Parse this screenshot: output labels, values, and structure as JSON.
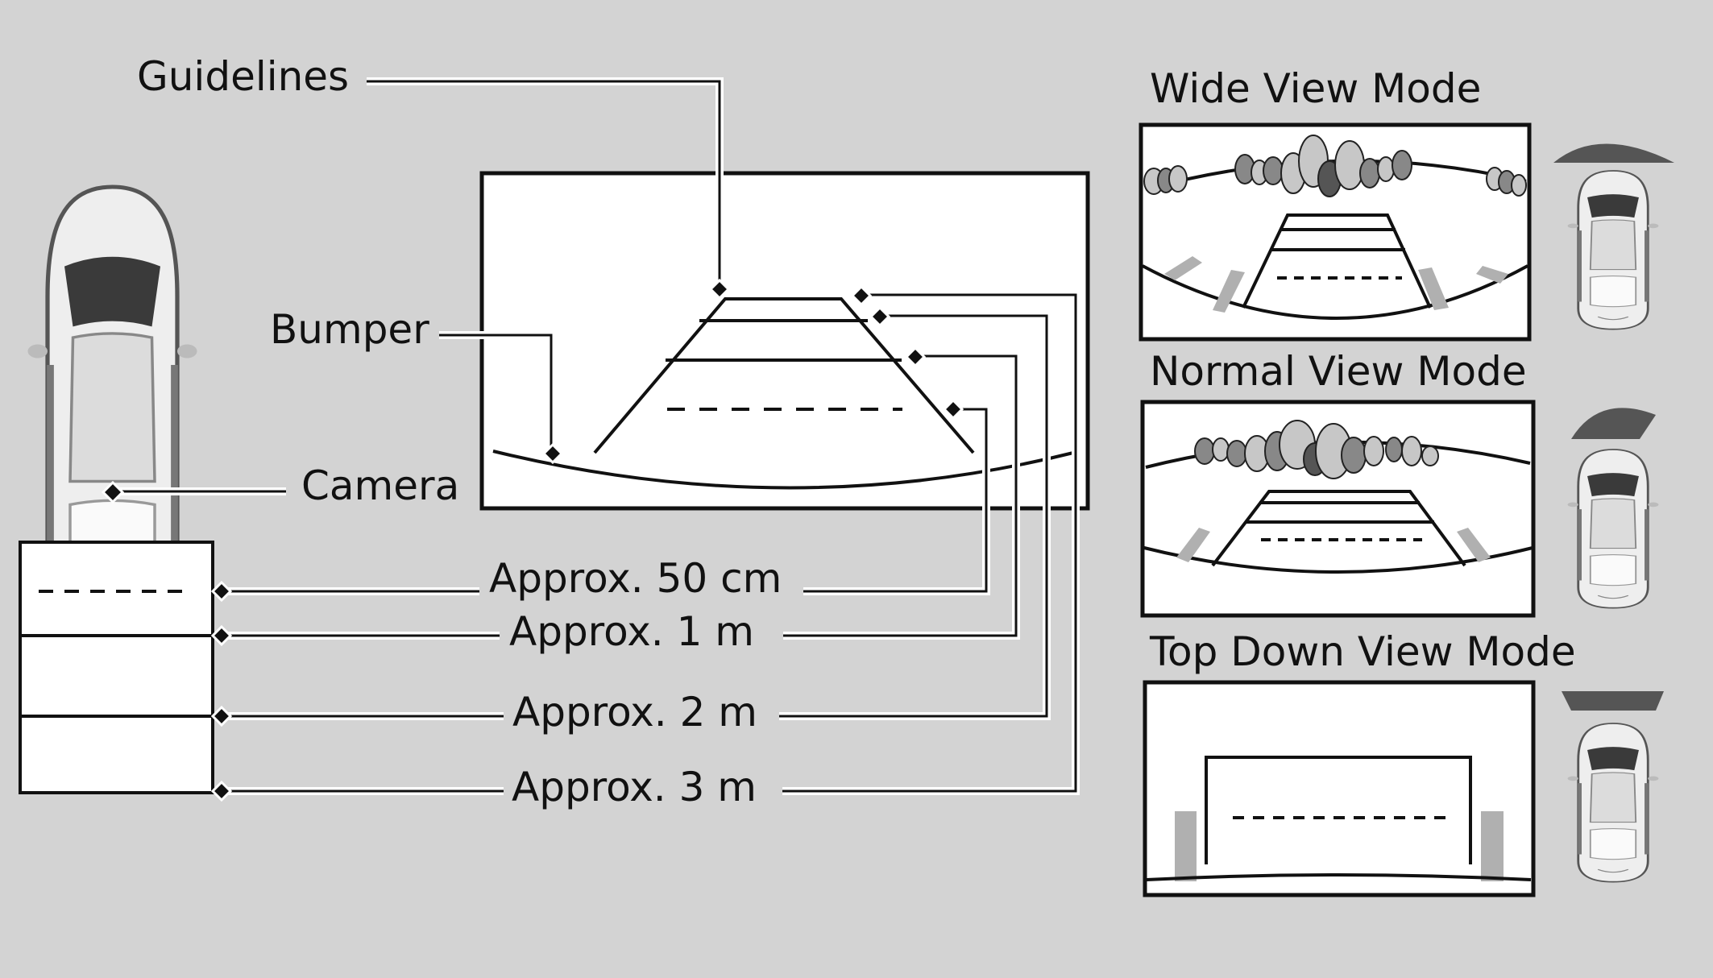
{
  "labels": {
    "guidelines": "Guidelines",
    "bumper": "Bumper",
    "camera": "Camera"
  },
  "distances": [
    "Approx. 50 cm",
    "Approx. 1 m",
    "Approx. 2 m",
    "Approx. 3 m"
  ],
  "modes": {
    "wide": "Wide View Mode",
    "normal": "Normal View Mode",
    "top_down": "Top Down View Mode"
  },
  "colors": {
    "background": "#d3d3d3",
    "line": "#111111",
    "screen": "#ffffff",
    "coverage": "#555555",
    "marker": "#b0b0b0"
  }
}
